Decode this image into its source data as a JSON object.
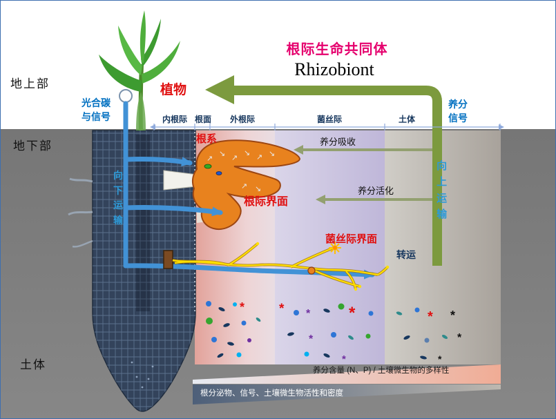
{
  "colors": {
    "accent_title": "#e5006d",
    "accent_red": "#e01010",
    "accent_blue": "#0070c0",
    "arrow_blue": "#4292d6",
    "arrow_green": "#7c9a3e",
    "zone_label": "#17375e"
  },
  "header": {
    "title_cn": "根际生命共同体",
    "title_en": "Rhizobiont"
  },
  "side_labels": {
    "above_ground": "地上部",
    "below_ground": "地下部",
    "bulk_soil": "土体"
  },
  "plant": {
    "label": "植物",
    "photosynthate_signal": "光合碳\n与信号"
  },
  "zones": {
    "inner_rhizosphere": "内根际",
    "root_surface": "根面",
    "outer_rhizosphere": "外根际",
    "hyphosphere": "菌丝际",
    "bulk_soil": "土体"
  },
  "interfaces": {
    "root_system": "根系",
    "rhizosphere_interface": "根际界面",
    "hyphosphere_interface": "菌丝际界面"
  },
  "processes": {
    "nutrient_uptake": "养分吸收",
    "nutrient_mobilization": "养分活化",
    "translocation": "转运",
    "downward_transport": "向下运输",
    "upward_transport": "向上运输",
    "nutrient_signal": "养分\n信号"
  },
  "gradient_bars": {
    "nutrient_diversity": "养分含量 (N、P) / 土壤微生物的多样性",
    "exudates_activity": "根分泌物、信号、土壤微生物活性和密度"
  }
}
